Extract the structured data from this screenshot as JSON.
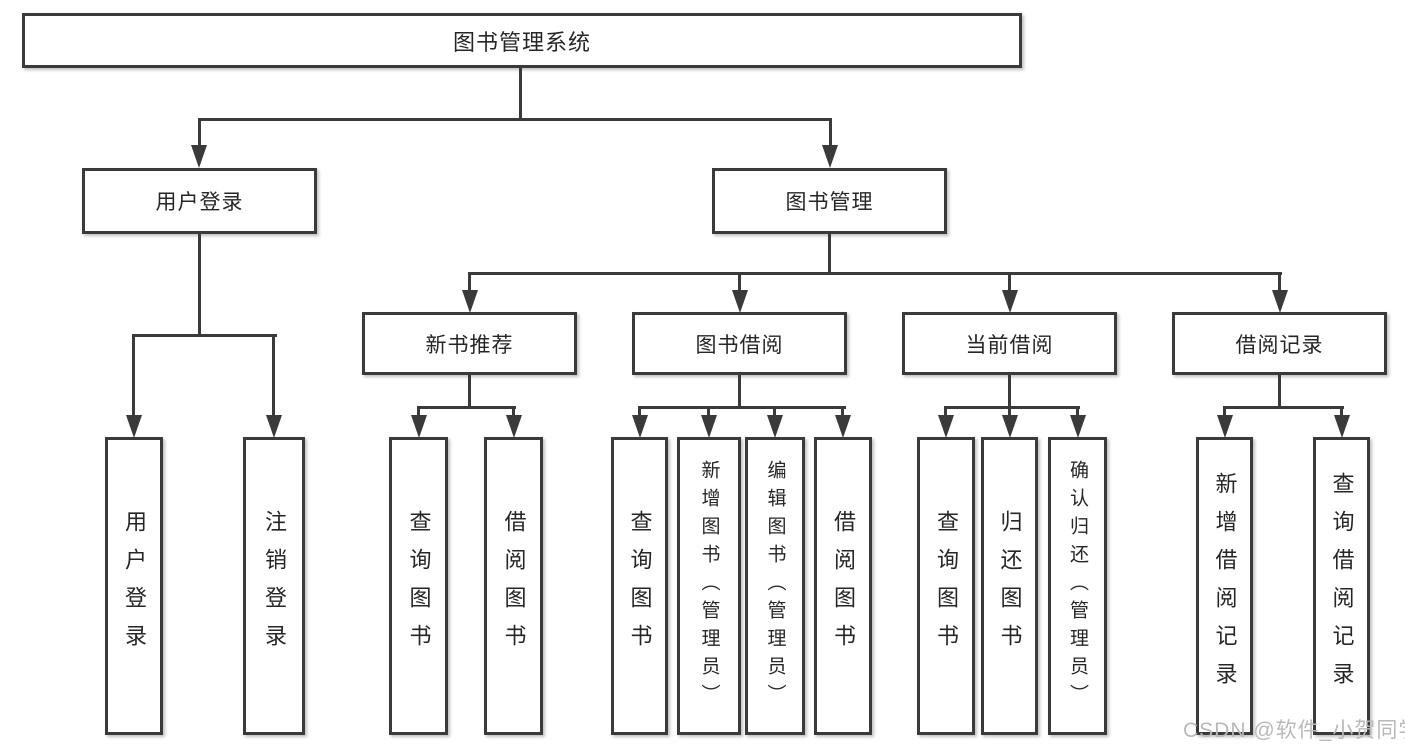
{
  "diagram": {
    "title": "图书管理系统",
    "level2": [
      {
        "label": "用户登录"
      },
      {
        "label": "图书管理"
      }
    ],
    "level3": [
      {
        "label": "新书推荐"
      },
      {
        "label": "图书借阅"
      },
      {
        "label": "当前借阅"
      },
      {
        "label": "借阅记录"
      }
    ],
    "leaves": {
      "user_login": [
        {
          "label": "用户登录"
        },
        {
          "label": "注销登录"
        }
      ],
      "new_book": [
        {
          "label": "查询图书"
        },
        {
          "label": "借阅图书"
        }
      ],
      "book_borrow": [
        {
          "label": "查询图书"
        },
        {
          "label": "新增图书（管理员）"
        },
        {
          "label": "编辑图书（管理员）"
        },
        {
          "label": "借阅图书"
        }
      ],
      "current_borrow": [
        {
          "label": "查询图书"
        },
        {
          "label": "归还图书"
        },
        {
          "label": "确认归还（管理员）"
        }
      ],
      "borrow_records": [
        {
          "label": "新增借阅记录"
        },
        {
          "label": "查询借阅记录"
        }
      ]
    }
  },
  "watermark": "CSDN @软件_小贺同学",
  "colors": {
    "line": "#3a3a3a",
    "text": "#262626",
    "watermark": "#b9b9b9",
    "background": "#ffffff"
  }
}
